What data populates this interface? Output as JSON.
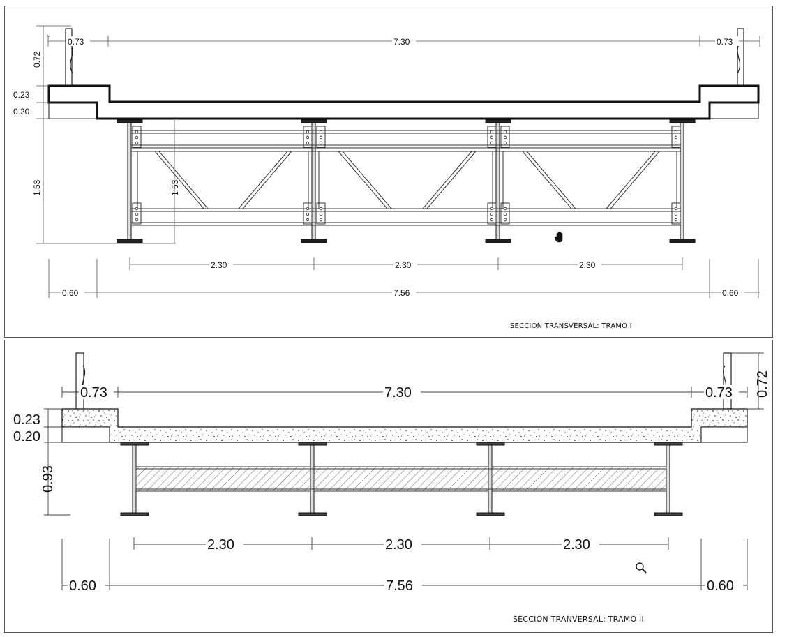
{
  "viewer": {
    "cursor_icon": "hand-pan-icon",
    "zoom_icon": "magnifier-icon"
  },
  "sections": [
    {
      "caption": "SECCIÓN TRANSVERSAL: TRAMO I",
      "dims": {
        "rail_left": "0.73",
        "roadway": "7.30",
        "rail_right": "0.73",
        "rail_height": "0.72",
        "curb": "0.23",
        "slab": "0.20",
        "girder_height": "1.53",
        "girder_height_inner": "1.53",
        "spacing": [
          "2.30",
          "2.30",
          "2.30"
        ],
        "overhang_left": "0.60",
        "total": "7.56",
        "overhang_right": "0.60"
      }
    },
    {
      "caption": "SECCIÓN TRANVERSAL: TRAMO II",
      "dims": {
        "rail_left": "0.73",
        "roadway": "7.30",
        "rail_right": "0.73",
        "rail_height": "0.72",
        "curb": "0.23",
        "slab": "0.20",
        "girder_height": "0.93",
        "spacing": [
          "2.30",
          "2.30",
          "2.30"
        ],
        "overhang_left": "0.60",
        "total": "7.56",
        "overhang_right": "0.60"
      }
    }
  ]
}
